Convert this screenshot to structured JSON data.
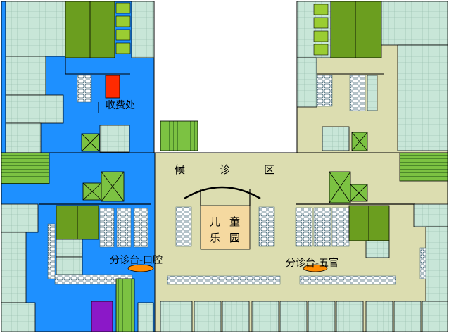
{
  "labels": {
    "cashier": "收费处",
    "waiting_area": [
      "候",
      "诊",
      "区"
    ],
    "playground": [
      "儿",
      "童",
      "乐",
      "园"
    ],
    "triage_dental": "分诊台-口腔",
    "triage_ent": "分诊台-五官"
  },
  "colors": {
    "blue_zone": "#1e90ff",
    "beige_zone": "#dcddb0",
    "room_teal": "#c8e6d8",
    "dark_green": "#6b9e1f",
    "light_green": "#9acd32",
    "cashier_red": "#ff2a00",
    "purple": "#8b18c8",
    "playground_tan": "#f5d9a0",
    "triage_orange": "#ff8c00"
  },
  "icons": [
    "seat-row-icon",
    "stair-icon",
    "elevator-x-icon",
    "triage-desk-icon"
  ]
}
